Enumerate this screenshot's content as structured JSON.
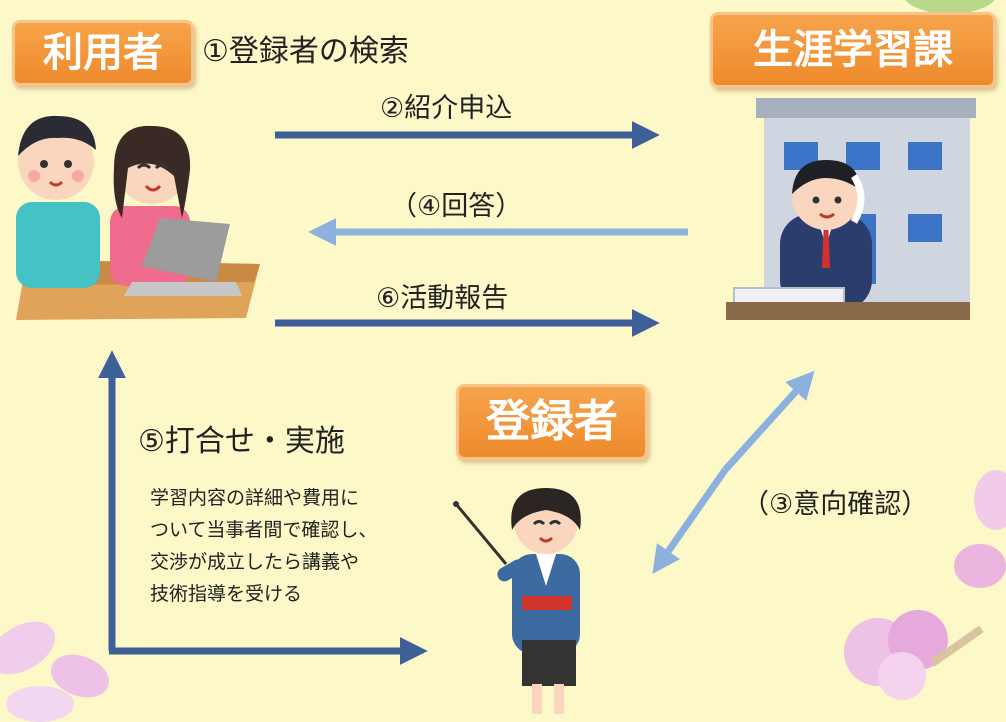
{
  "actors": {
    "user": "利用者",
    "office": "生涯学習課",
    "registrant": "登録者"
  },
  "steps": {
    "s1": "①登録者の検索",
    "s2": "②紹介申込",
    "s4": "（④回答）",
    "s6": "⑥活動報告",
    "s5": "⑤打合せ・実施",
    "s3": "（③意向確認）"
  },
  "note_lines": [
    "学習内容の詳細や費用に",
    "ついて当事者間で確認し、",
    "交渉が成立したら講義や",
    "技術指導を受ける"
  ],
  "colors": {
    "background": "#fdf8c8",
    "tag": "#ef8f32",
    "arrow_dark": "#3f5f99",
    "arrow_light": "#8cb1de"
  }
}
